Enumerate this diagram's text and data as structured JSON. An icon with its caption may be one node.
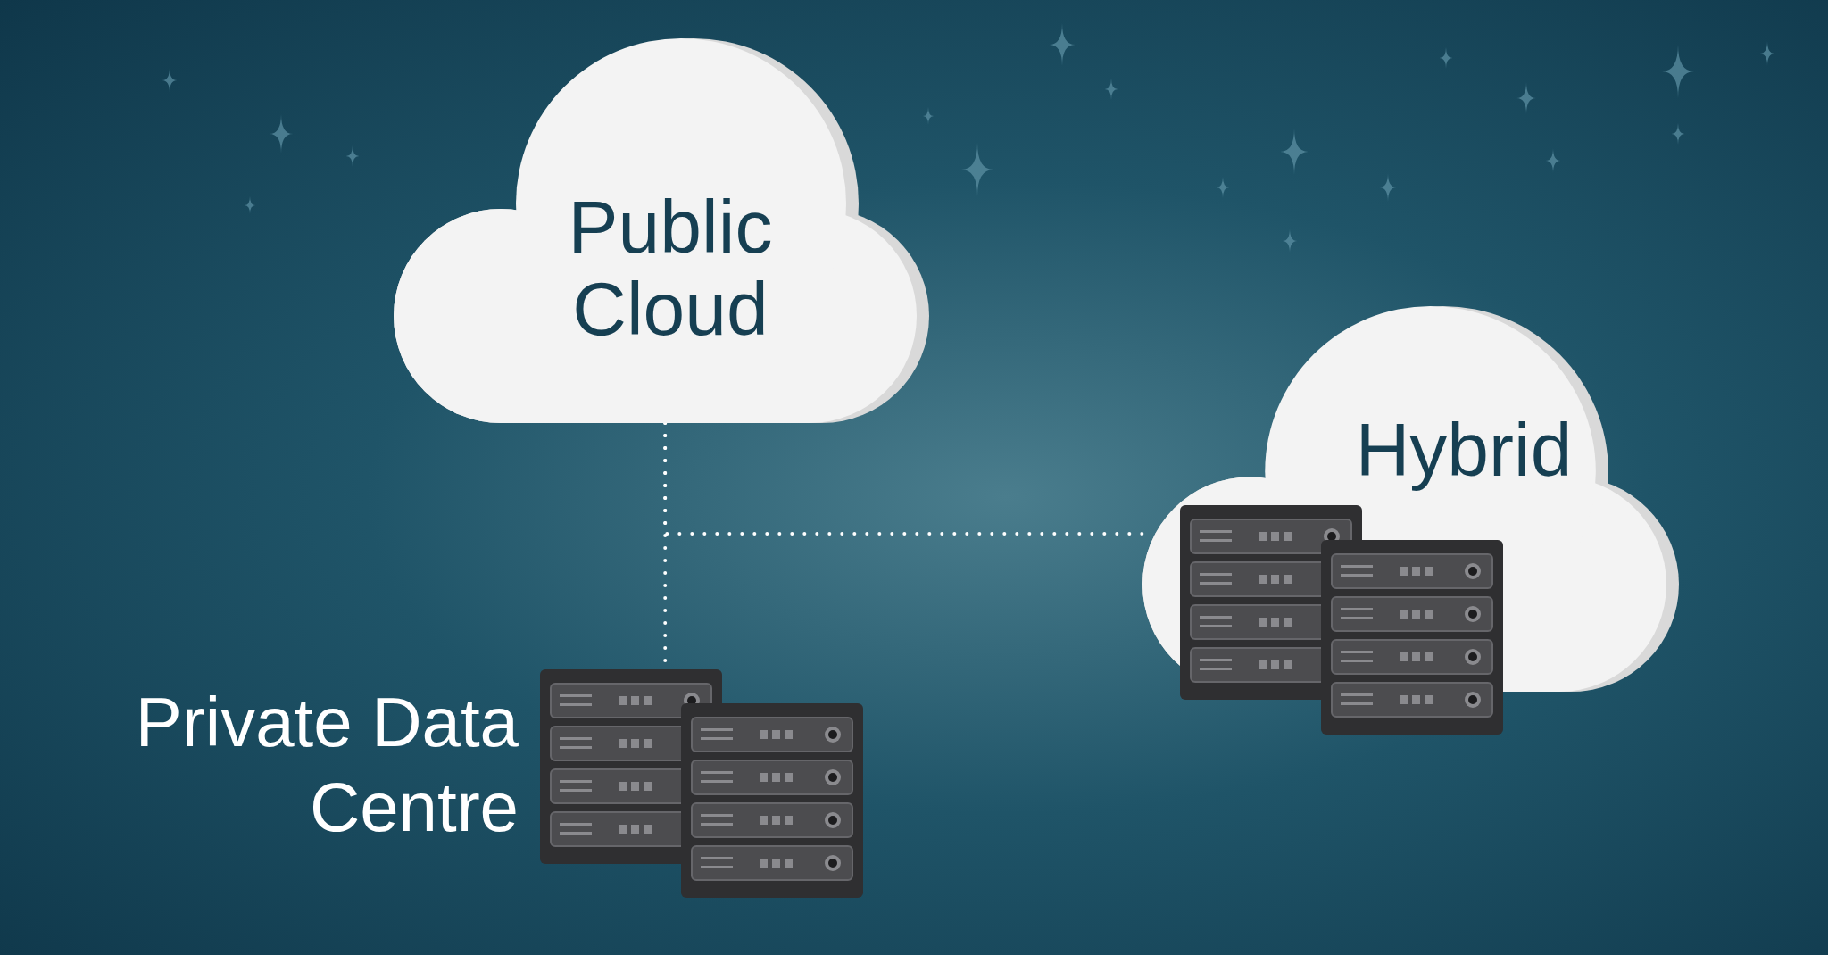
{
  "diagram": {
    "nodes": [
      {
        "text": [
          "Public Cloud"
        ]
      },
      {
        "text": [
          "Hybrid"
        ]
      },
      {
        "text": [],
        "shape": "server",
        "beside": [
          "Private Data Centre"
        ]
      }
    ],
    "edges": [
      {
        "from": 0,
        "to": 2,
        "arrow": "none",
        "style": "dashed"
      },
      {
        "from": 0,
        "to": 1,
        "arrow": "none",
        "style": "dashed"
      }
    ]
  }
}
